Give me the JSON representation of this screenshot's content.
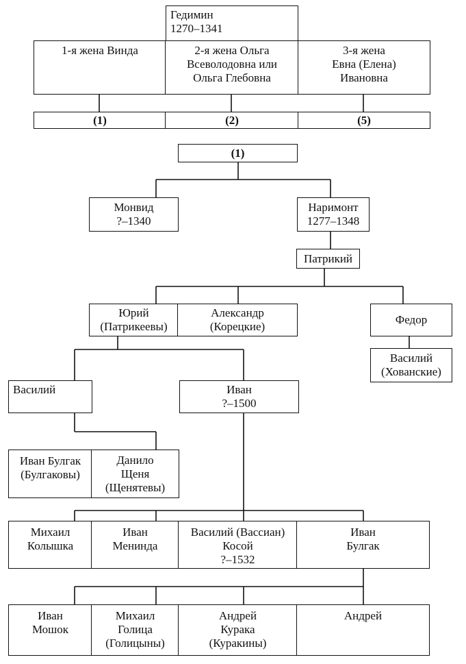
{
  "gedimin": {
    "name": "Гедимин",
    "years": "1270–1341"
  },
  "wives": {
    "w1": {
      "lines": [
        "1-я жена Винда"
      ]
    },
    "w2": {
      "lines": [
        "2-я жена Ольга",
        "Всеволодовна или",
        "Ольга Глебовна"
      ]
    },
    "w3": {
      "lines": [
        "3-я жена",
        "Евна (Елена)",
        "Ивановна"
      ]
    }
  },
  "counts": {
    "c1": "(1)",
    "c2": "(2)",
    "c5": "(5)"
  },
  "branch": {
    "root": "(1)"
  },
  "people": {
    "monvid": {
      "lines": [
        "Монвид",
        "?–1340"
      ]
    },
    "narimont": {
      "lines": [
        "Наримонт",
        "1277–1348"
      ]
    },
    "patrikiy": {
      "lines": [
        "Патрикий"
      ]
    },
    "yuriy": {
      "lines": [
        "Юрий",
        "(Патрикеевы)"
      ]
    },
    "aleksandr": {
      "lines": [
        "Александр",
        "(Корецкие)"
      ]
    },
    "fedor": {
      "lines": [
        "Федор"
      ]
    },
    "vasiliy_h": {
      "lines": [
        "Василий",
        "(Хованские)"
      ]
    },
    "vasiliy": {
      "lines": [
        "Василий"
      ]
    },
    "ivan": {
      "lines": [
        "Иван",
        "?–1500"
      ]
    },
    "ivan_bulgak1": {
      "lines": [
        "Иван Булгак",
        "(Булгаковы)"
      ]
    },
    "danilo": {
      "lines": [
        "Данило",
        "Щеня",
        "(Щенятевы)"
      ]
    },
    "mikhail_k": {
      "lines": [
        "Михаил",
        "Колышка"
      ]
    },
    "ivan_m": {
      "lines": [
        "Иван",
        "Мениндa"
      ]
    },
    "vasiliy_k": {
      "lines": [
        "Василий (Вассиан)",
        "Косой",
        "?–1532"
      ]
    },
    "ivan_bulgak2": {
      "lines": [
        "Иван",
        "Булгак"
      ]
    },
    "ivan_mosh": {
      "lines": [
        "Иван",
        "Мошок"
      ]
    },
    "mikhail_g": {
      "lines": [
        "Михаил",
        "Голица",
        "(Голицыны)"
      ]
    },
    "andrey_k": {
      "lines": [
        "Андрей",
        "Курака",
        "(Куракины)"
      ]
    },
    "andrey": {
      "lines": [
        "Андрей"
      ]
    }
  }
}
